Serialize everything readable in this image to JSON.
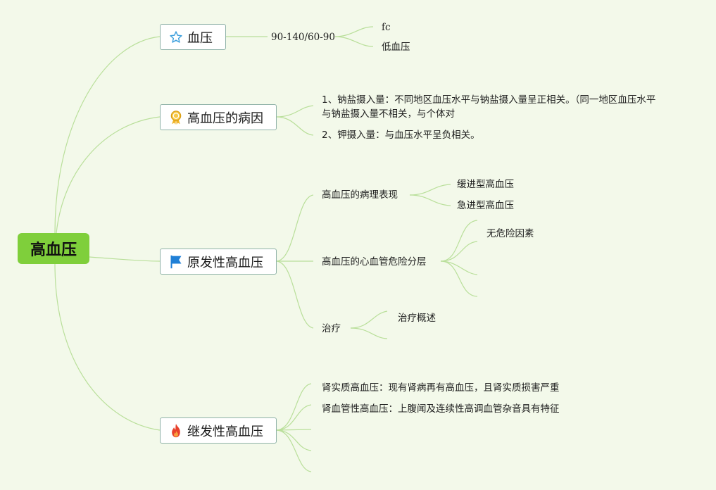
{
  "root": {
    "label": "高血压"
  },
  "topics": [
    {
      "label": "血压",
      "icon": "star-icon",
      "children": [
        {
          "label": "90-140/60-90",
          "children": [
            {
              "label": "fc"
            },
            {
              "label": "低血压"
            }
          ]
        }
      ]
    },
    {
      "label": "高血压的病因",
      "icon": "award-ribbon-icon",
      "children": [
        {
          "label_line1": "1、钠盐摄入量：不同地区血压水平与钠盐摄入量呈正相关。（同一地区血压水平",
          "label_line2": "与钠盐摄入量不相关，与个体对"
        },
        {
          "label": "2、钾摄入量：与血压水平呈负相关。"
        }
      ]
    },
    {
      "label": "原发性高血压",
      "icon": "blue-flag-icon",
      "children": [
        {
          "label": "高血压的病理表现",
          "children": [
            {
              "label": "缓进型高血压"
            },
            {
              "label": "急进型高血压"
            }
          ]
        },
        {
          "label": "高血压的心血管危险分层",
          "children": [
            {
              "label": "无危险因素"
            },
            {
              "label": ""
            },
            {
              "label": ""
            },
            {
              "label": ""
            }
          ]
        },
        {
          "label": "治疗",
          "children": [
            {
              "label": "治疗概述"
            },
            {
              "label": ""
            }
          ]
        }
      ]
    },
    {
      "label": "继发性高血压",
      "icon": "fire-icon",
      "children": [
        {
          "label": "肾实质高血压：现有肾病再有高血压，且肾实质损害严重"
        },
        {
          "label": "肾血管性高血压：上腹闻及连续性高调血管杂音具有特征"
        },
        {
          "label": ""
        },
        {
          "label": ""
        },
        {
          "label": ""
        }
      ]
    }
  ],
  "colors": {
    "background": "#f3f9ea",
    "root_fill": "#7fcf3b",
    "link_stroke": "#b9df9a",
    "topic_border": "#8fb2a8"
  }
}
